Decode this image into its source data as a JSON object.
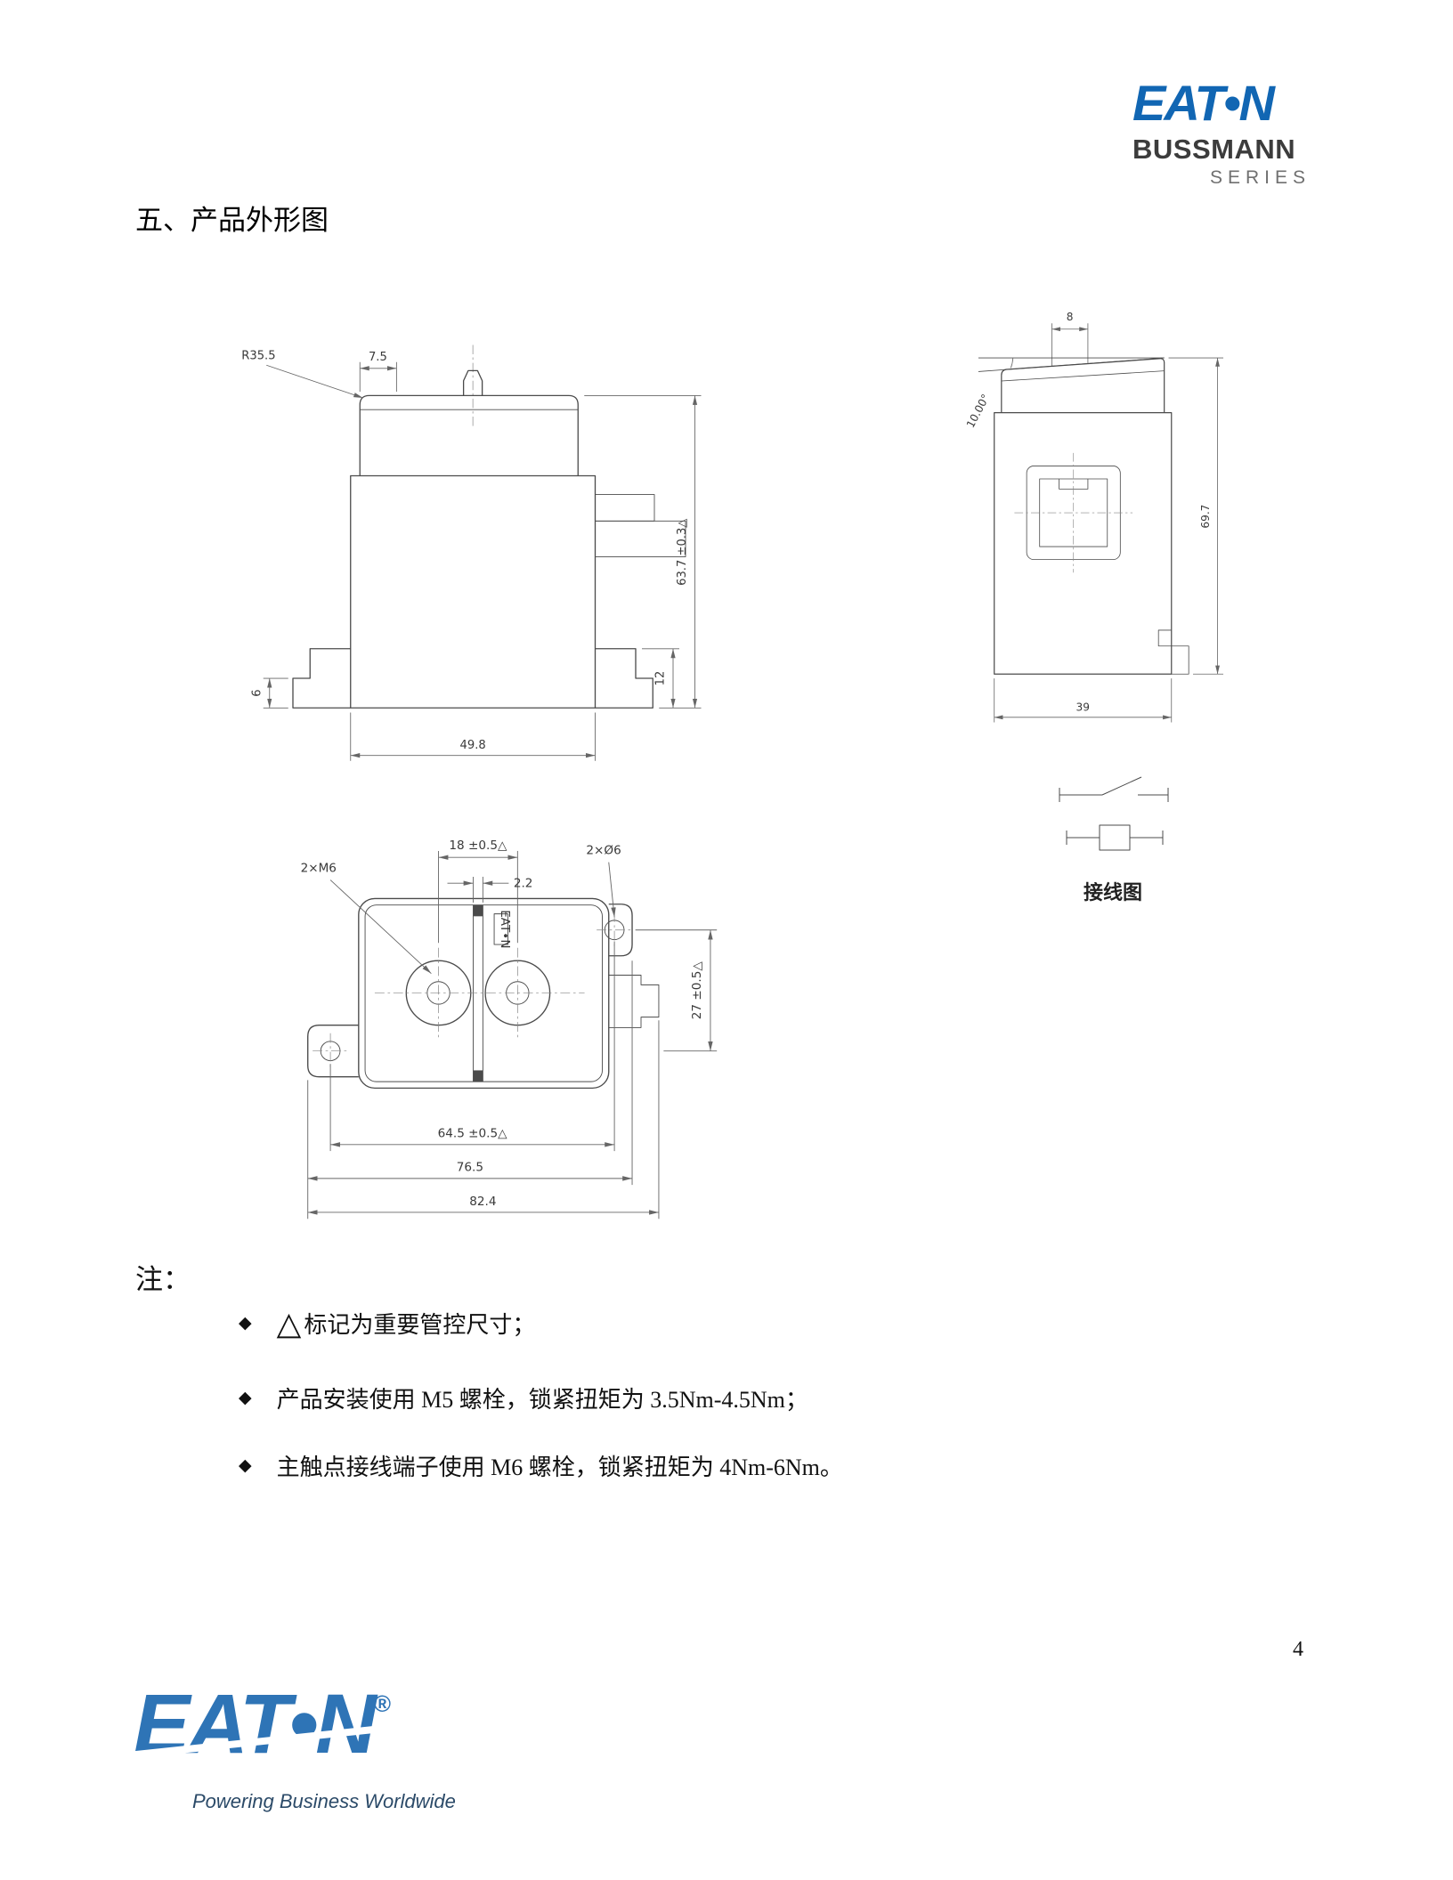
{
  "header": {
    "logo_text": "EAT•N",
    "brand_line1": "BUSSMANN",
    "brand_line2": "SERIES"
  },
  "title": "五、产品外形图",
  "front_view": {
    "dim_radius": "R35.5",
    "dim_top_offset": "7.5",
    "dim_height": "63.7 ±0.3△",
    "dim_flange": "12",
    "dim_foot": "6",
    "dim_width": "49.8"
  },
  "side_view": {
    "dim_top": "8",
    "dim_angle": "10.00°",
    "dim_height": "69.7",
    "dim_width": "39"
  },
  "wiring": {
    "label": "接线图"
  },
  "top_view": {
    "dim_bolts": "2×M6",
    "dim_pitch": "18 ±0.5△",
    "dim_bar": "2.2",
    "dim_holes": "2×Ø6",
    "dim_depth": "27 ±0.5△",
    "dim_hole_span": "64.5 ±0.5△",
    "dim_body": "76.5",
    "dim_overall": "82.4",
    "part_mark": "EAT•N"
  },
  "notes": {
    "heading": "注：",
    "bullet": "◆",
    "triangle": "△",
    "item1": "标记为重要管控尺寸；",
    "item2": "产品安装使用 M5 螺栓，锁紧扭矩为 3.5Nm-4.5Nm；",
    "item3": "主触点接线端子使用 M6 螺栓，锁紧扭矩为 4Nm-6Nm。"
  },
  "footer": {
    "logo_text": "EAT•N",
    "registered": "®",
    "tagline": "Powering Business Worldwide",
    "page_number": "4"
  }
}
